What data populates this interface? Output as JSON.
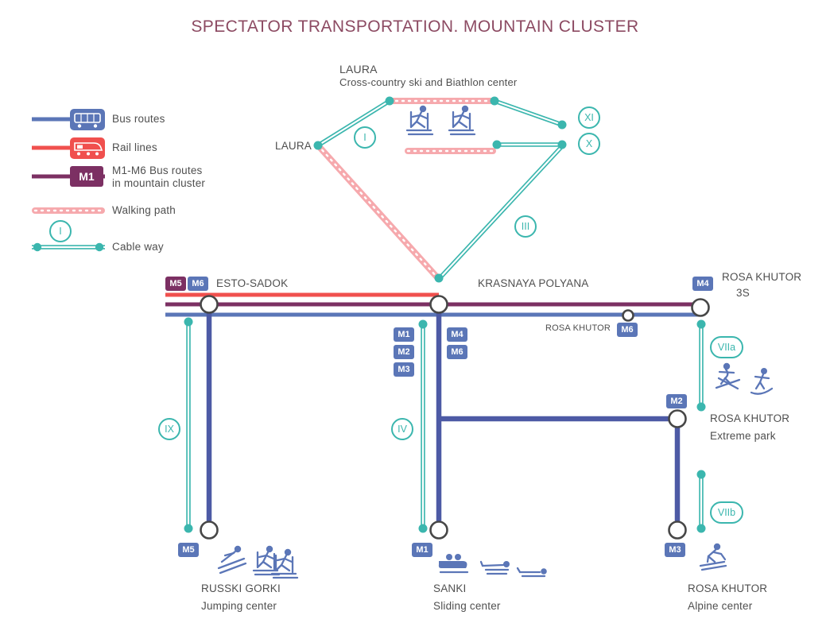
{
  "title": "SPECTATOR TRANSPORTATION. MOUNTAIN CLUSTER",
  "colors": {
    "bus": "#5b76b7",
    "rail": "#f0504e",
    "mroute": "#7c3063",
    "walk": "#f6a9ad",
    "cable": "#3bb6ae",
    "vert": "#4d5aa5",
    "title": "#8c4a62",
    "text": "#4f4f4f"
  },
  "legend": {
    "bus_label": "Bus routes",
    "rail_label": "Rail lines",
    "m_badge": "M1",
    "m_label_line1": "M1-M6 Bus routes",
    "m_label_line2": "in mountain cluster",
    "walk_label": "Walking path",
    "cable_label": "Cable way",
    "cable_marker": "I"
  },
  "stations": {
    "laura_center_title": "LAURA",
    "laura_center_subtitle": "Cross-country ski and Biathlon center",
    "laura_stop": "LAURA",
    "esto_sadok": "ESTO-SADOK",
    "krasnaya_polyana": "KRASNAYA POLYANA",
    "rosa_khutor_3s_line1": "ROSA KHUTOR",
    "rosa_khutor_3s_line2": "3S",
    "rosa_khutor_stop": "ROSA KHUTOR",
    "extreme_park_line1": "ROSA KHUTOR",
    "extreme_park_line2": "Extreme park",
    "russki_gorki_line1": "RUSSKI GORKI",
    "russki_gorki_line2": "Jumping center",
    "sanki_line1": "SANKI",
    "sanki_line2": "Sliding center",
    "alpine_line1": "ROSA KHUTOR",
    "alpine_line2": "Alpine center"
  },
  "badges": {
    "m1": "M1",
    "m2": "M2",
    "m3": "M3",
    "m4": "M4",
    "m5": "M5",
    "m6": "M6"
  },
  "cableways": {
    "i": "I",
    "xi": "XI",
    "x": "X",
    "iii": "III",
    "ix": "IX",
    "iv": "IV",
    "viia": "VIIa",
    "viib": "VIIb"
  }
}
